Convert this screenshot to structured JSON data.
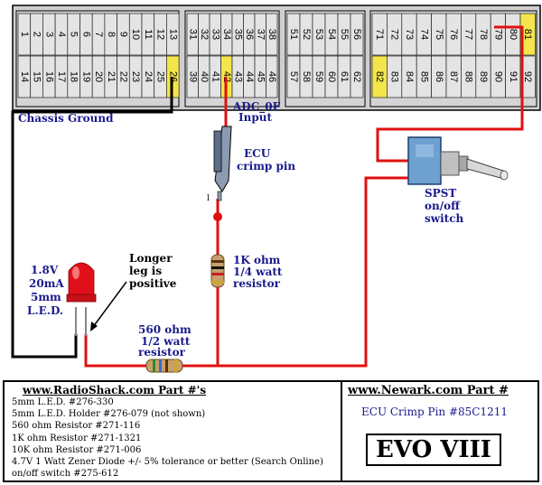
{
  "connector": {
    "block1_top": [
      "1",
      "2",
      "3",
      "4",
      "5",
      "6",
      "7",
      "8",
      "9",
      "10",
      "11",
      "12",
      "13"
    ],
    "block1_bottom": [
      "14",
      "15",
      "16",
      "17",
      "18",
      "19",
      "20",
      "21",
      "22",
      "23",
      "24",
      "25",
      "26"
    ],
    "block2_top": [
      "31",
      "32",
      "33",
      "34",
      "35",
      "36",
      "37",
      "38"
    ],
    "block2_bottom": [
      "39",
      "40",
      "41",
      "42",
      "43",
      "44",
      "45",
      "46"
    ],
    "block3_top": [
      "51",
      "52",
      "53",
      "54",
      "55",
      "56"
    ],
    "block3_bottom": [
      "57",
      "58",
      "59",
      "60",
      "61",
      "62"
    ],
    "block4_top": [
      "71",
      "72",
      "73",
      "74",
      "75",
      "76",
      "77",
      "78",
      "79",
      "80",
      "81"
    ],
    "block4_bottom": [
      "82",
      "83",
      "84",
      "85",
      "86",
      "87",
      "88",
      "89",
      "90",
      "91",
      "92"
    ],
    "highlight_color": "#f4e64a"
  },
  "labels": {
    "chassis_ground": "Chassis Ground",
    "adc_line1": "ADC_0F",
    "adc_line2": "Input",
    "ecu_crimp_line1": "ECU",
    "ecu_crimp_line2": "crimp pin",
    "small_l": "l",
    "res1k_line1": "1K ohm",
    "res1k_line2": "1/4 watt",
    "res1k_line3": "resistor",
    "res560_line1": "560 ohm",
    "res560_line2": "1/2 watt",
    "res560_line3": "resistor",
    "led_line1": "1.8V",
    "led_line2": "20mA",
    "led_line3": "5mm",
    "led_line4": "L.E.D.",
    "longer_line1": "Longer",
    "longer_line2": "leg is",
    "longer_line3": "positive",
    "spst_line1": "SPST",
    "spst_line2": "on/off",
    "spst_line3": "switch"
  },
  "radioshack": {
    "title": "www.RadioShack.com Part #'s",
    "items": [
      "5mm L.E.D. #276-330",
      "5mm L.E.D. Holder #276-079 (not shown)",
      "560 ohm Resistor #271-116",
      "1K ohm Resistor #271-1321",
      "10K ohm Resistor #271-006",
      "4.7V 1 Watt Zener Diode +/- 5% tolerance or better (Search Online)",
      "on/off switch #275-612"
    ]
  },
  "newark": {
    "title": "www.Newark.com Part #",
    "crimp": "ECU Crimp Pin #85C1211"
  },
  "model": "EVO VIII",
  "colors": {
    "wire_red": "#e01010",
    "wire_black": "#000000",
    "label_blue": "#1a1a8c",
    "led_red": "#e0101a"
  }
}
